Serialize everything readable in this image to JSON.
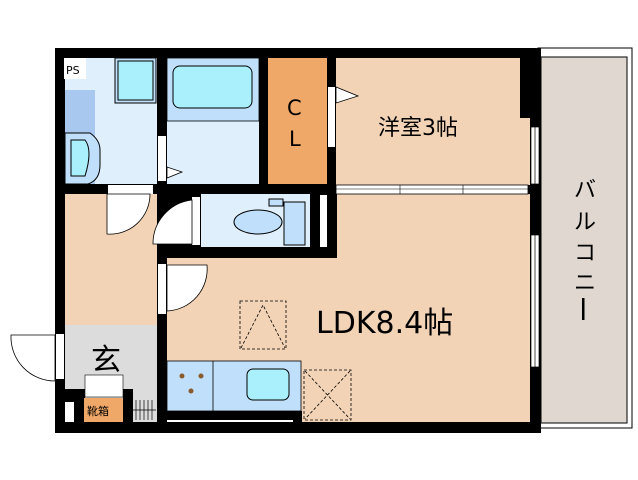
{
  "plan": {
    "ps_label": "PS",
    "closet_label_1": "C",
    "closet_label_2": "L",
    "western_room_label": "洋室3帖",
    "ldk_label": "LDK8.4帖",
    "entrance_label": "玄",
    "shoe_box_label": "靴箱",
    "balcony_label": [
      "バ",
      "ル",
      "コ",
      "ニ",
      "ー"
    ]
  },
  "colors": {
    "wall": "#000000",
    "room_beige": "#f2d3b6",
    "wet_area": "#dff0fc",
    "fixture_blue": "#bfdffa",
    "fixture_cyan": "#aaf0fc",
    "closet_orange": "#f0a868",
    "entrance_gray": "#dcdcdc",
    "balcony_gray": "#e0d8d0"
  }
}
